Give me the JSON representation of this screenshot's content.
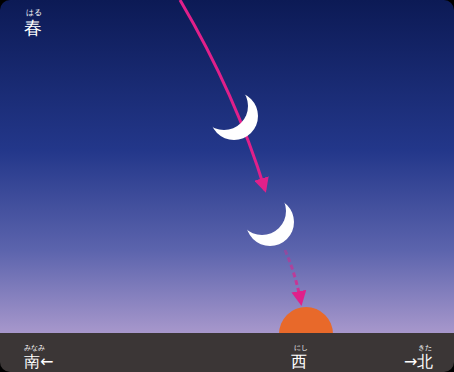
{
  "diagram": {
    "labels": [
      "はる",
      "春",
      "みなみ",
      "南←",
      "にし",
      "西",
      "きた",
      "→北"
    ]
  }
}
